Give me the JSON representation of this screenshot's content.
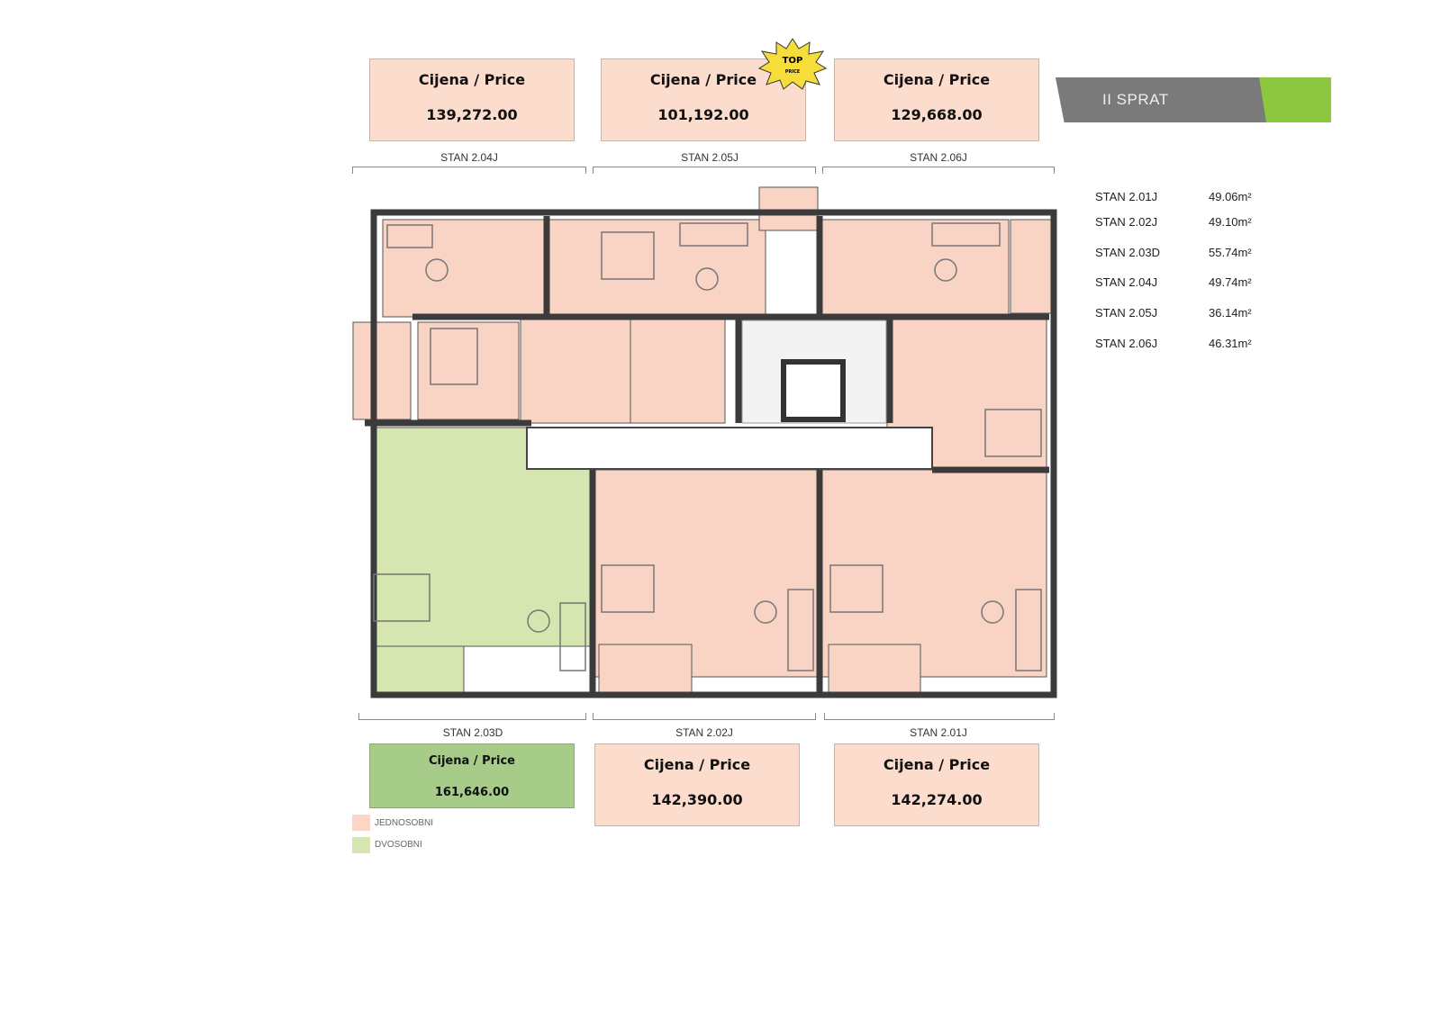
{
  "floor_title": "II SPRAT",
  "top_badge": {
    "line1": "TOP",
    "line2": "PRICE"
  },
  "price_label": "Cijena / Price",
  "units_top": [
    {
      "name": "STAN 2.04J",
      "price": "139,272.00"
    },
    {
      "name": "STAN 2.05J",
      "price": "101,192.00"
    },
    {
      "name": "STAN 2.06J",
      "price": "129,668.00"
    }
  ],
  "units_bottom": [
    {
      "name": "STAN 2.03D",
      "price": "161,646.00"
    },
    {
      "name": "STAN 2.02J",
      "price": "142,390.00"
    },
    {
      "name": "STAN 2.01J",
      "price": "142,274.00"
    }
  ],
  "areas": [
    {
      "name": "STAN 2.01J",
      "area": "49.06m²"
    },
    {
      "name": "STAN 2.02J",
      "area": "49.10m²"
    },
    {
      "name": "STAN 2.03D",
      "area": "55.74m²"
    },
    {
      "name": "STAN 2.04J",
      "area": "49.74m²"
    },
    {
      "name": "STAN 2.05J",
      "area": "36.14m²"
    },
    {
      "name": "STAN 2.06J",
      "area": "46.31m²"
    }
  ],
  "legend": [
    {
      "label": "JEDNOSOBNI",
      "color": "#fbd5c5"
    },
    {
      "label": "DVOSOBNI",
      "color": "#d6e6b2"
    }
  ],
  "colors": {
    "pink": "#f9d3c3",
    "green": "#d5e6b0",
    "wall": "#3b3b3b",
    "banner_grey": "#7a7a7a",
    "banner_green": "#8dc63f"
  }
}
